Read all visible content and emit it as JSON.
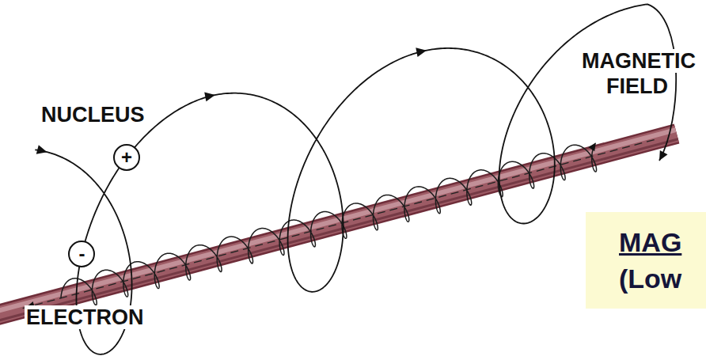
{
  "diagram": {
    "nodes": [
      {
        "text": [
          "+"
        ]
      },
      {
        "text": [
          "-"
        ]
      },
      {
        "text": [
          "MAG",
          "(Low"
        ]
      }
    ],
    "labels": [
      "NUCLEUS",
      "ELECTRON",
      "MAGNETIC FIELD"
    ]
  }
}
